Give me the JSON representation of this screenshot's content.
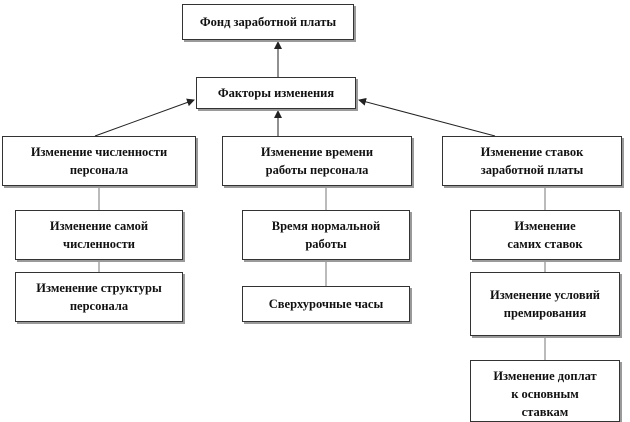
{
  "diagram": {
    "fund": [
      "Фонд заработной платы"
    ],
    "factors": [
      "Факторы изменения"
    ],
    "groups": {
      "staff": {
        "head": [
          "Изменение численности",
          "персонала"
        ],
        "items": [
          [
            "Изменение самой",
            "численности"
          ],
          [
            "Изменение структуры",
            "персонала"
          ]
        ]
      },
      "time": {
        "head": [
          "Изменение времени",
          "работы персонала"
        ],
        "items": [
          [
            "Время нормальной",
            "работы"
          ],
          [
            "Сверхурочные часы"
          ]
        ]
      },
      "rates": {
        "head": [
          "Изменение ставок",
          "заработной платы"
        ],
        "items": [
          [
            "Изменение",
            "самих ставок"
          ],
          [
            "Изменение условий",
            "премирования"
          ],
          [
            "Изменение доплат",
            "к основным",
            "ставкам"
          ]
        ]
      }
    }
  }
}
